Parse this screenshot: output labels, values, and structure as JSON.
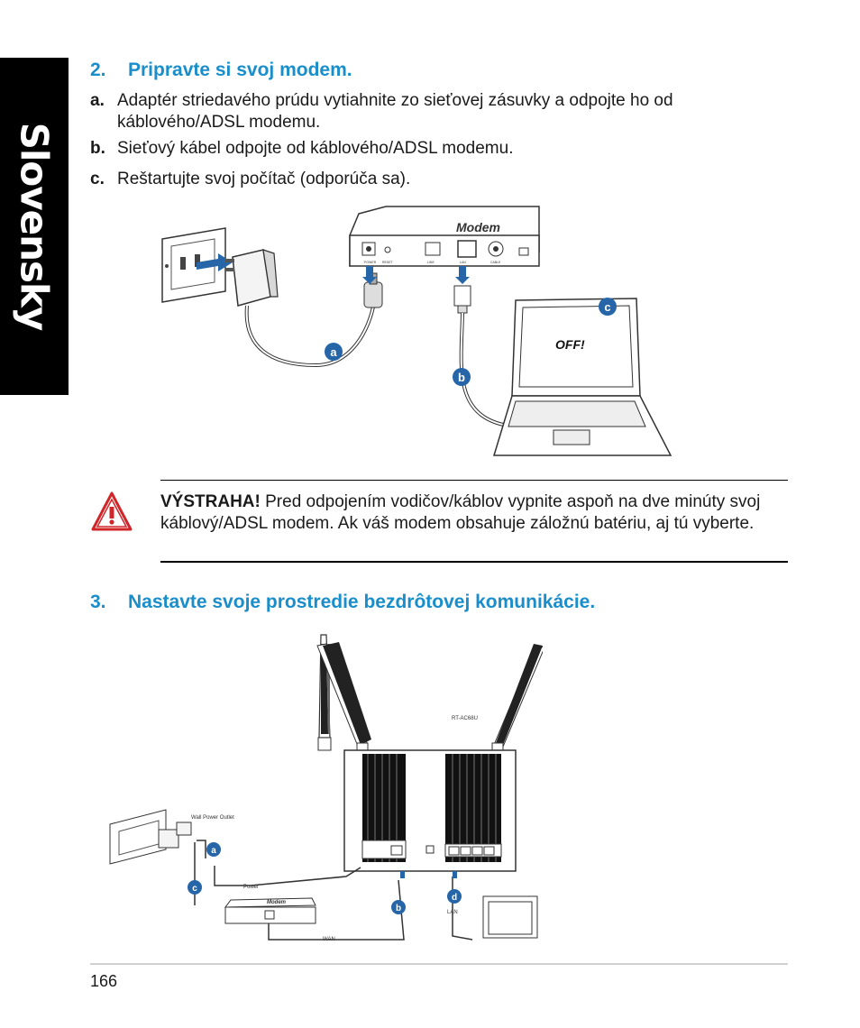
{
  "side_tab": {
    "label": "Slovensky"
  },
  "step2": {
    "number": "2.",
    "title": "Pripravte si svoj modem.",
    "items": [
      {
        "label": "a.",
        "text": "Adaptér striedavého prúdu vytiahnite zo sieťovej zásuvky a odpojte ho od káblového/ADSL modemu."
      },
      {
        "label": "b.",
        "text": "Sieťový kábel odpojte od káblového/ADSL modemu."
      },
      {
        "label": "c.",
        "text": "Reštartujte svoj počítač (odporúča sa)."
      }
    ]
  },
  "figure1": {
    "modem_label": "Modem",
    "laptop_screen_text": "OFF!",
    "callouts": [
      "a",
      "b",
      "c"
    ],
    "port_labels": [
      "POWER",
      "RESET",
      "LINE",
      "LAN",
      "CABLE"
    ]
  },
  "warning": {
    "title": "VÝSTRAHA!",
    "text": " Pred odpojením vodičov/káblov vypnite aspoň na dve minúty svoj káblový/ADSL modem. Ak váš modem obsahuje záložnú batériu, aj tú vyberte."
  },
  "step3": {
    "number": "3.",
    "title": "Nastavte svoje prostredie bezdrôtovej komunikácie."
  },
  "figure2": {
    "router_model": "RT-AC68U",
    "wall_outlet_label": "Wall Power Outlet",
    "power_label": "Power",
    "modem_label": "Modem",
    "wan_label": "WAN",
    "lan_label": "LAN",
    "callouts": [
      "a",
      "b",
      "c",
      "d"
    ]
  },
  "footer": {
    "page_number": "166"
  },
  "colors": {
    "accent": "#1a8ecb",
    "callout": "#2565a8",
    "warning": "#d0262a"
  }
}
